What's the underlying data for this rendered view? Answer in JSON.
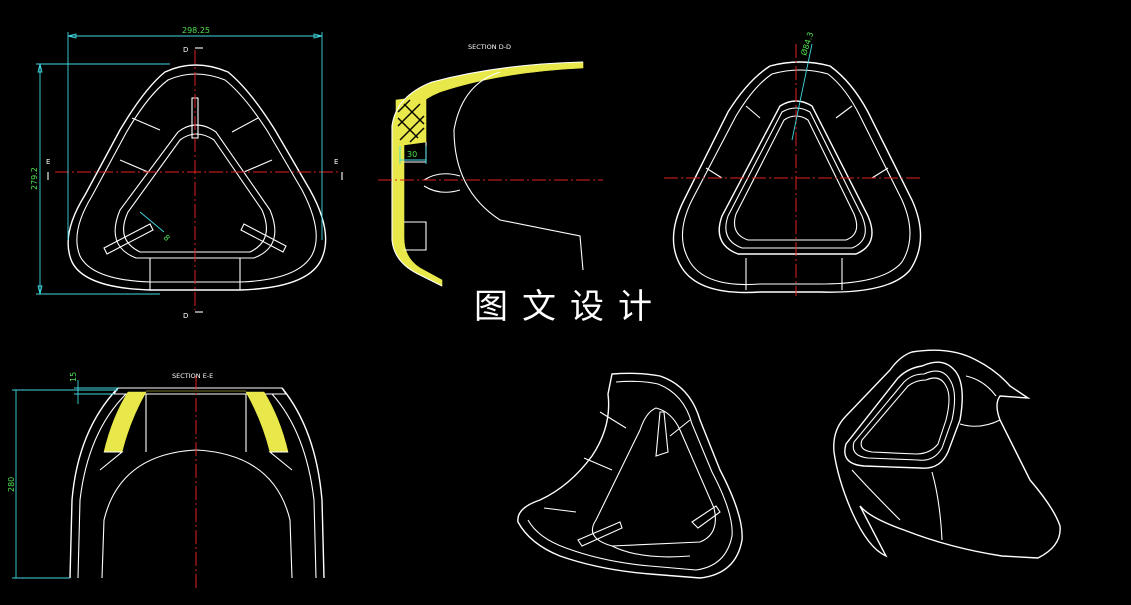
{
  "drawing": {
    "watermark": "图文设计",
    "sections": {
      "d": "SECTION D-D",
      "e": "SECTION E-E"
    },
    "cut_labels": {
      "d_top": "D",
      "d_bottom": "D",
      "e_left": "E",
      "e_right": "E"
    },
    "dimensions": {
      "width": "298.25",
      "height": "279.2",
      "fillet": "8",
      "thickness": "30",
      "diameter": "Ø84.3",
      "top_offset": "15",
      "total_height": "280"
    }
  },
  "colors": {
    "background": "#000000",
    "outline": "#ffffff",
    "dimension": "#3fd9e0",
    "centerline": "#e02020",
    "hatch": "#e8e84a",
    "dimension_text": "#4fe04f"
  }
}
